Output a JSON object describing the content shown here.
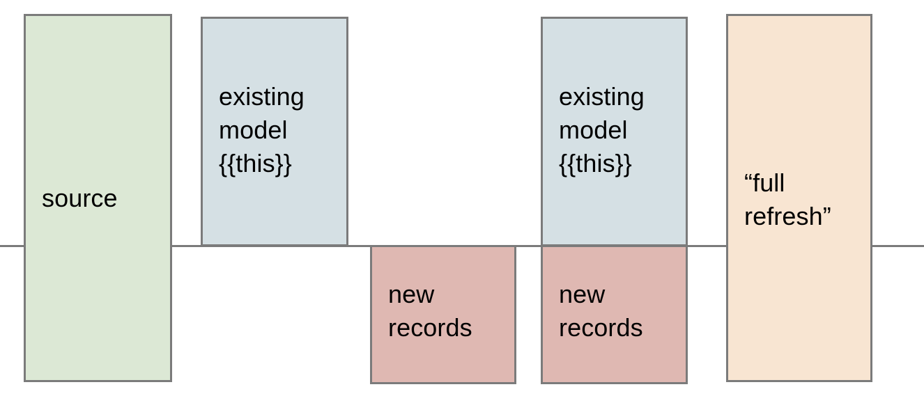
{
  "diagram": {
    "title": "incremental model full refresh diagram",
    "divider": {
      "name": "horizontal-baseline",
      "color": "#7b7b7b"
    },
    "palette": {
      "green": "#dce8d5",
      "blue": "#d5e0e4",
      "pink": "#dfb8b2",
      "orange": "#f8e5d2",
      "border": "#7b7b7b",
      "text": "#000000"
    },
    "boxes": [
      {
        "id": "source",
        "label": "source",
        "color": "#dce8d5",
        "position": "spans-baseline"
      },
      {
        "id": "existing-model-1",
        "label": "existing\nmodel\n{{this}}",
        "color": "#d5e0e4",
        "position": "above-baseline"
      },
      {
        "id": "new-records-1",
        "label": "new\nrecords",
        "color": "#dfb8b2",
        "position": "below-baseline"
      },
      {
        "id": "existing-model-2",
        "label": "existing\nmodel\n{{this}}",
        "color": "#d5e0e4",
        "position": "above-baseline"
      },
      {
        "id": "new-records-2",
        "label": "new\nrecords",
        "color": "#dfb8b2",
        "position": "below-baseline"
      },
      {
        "id": "full-refresh",
        "label": "“full\nrefresh”",
        "color": "#f8e5d2",
        "position": "spans-baseline"
      }
    ]
  }
}
